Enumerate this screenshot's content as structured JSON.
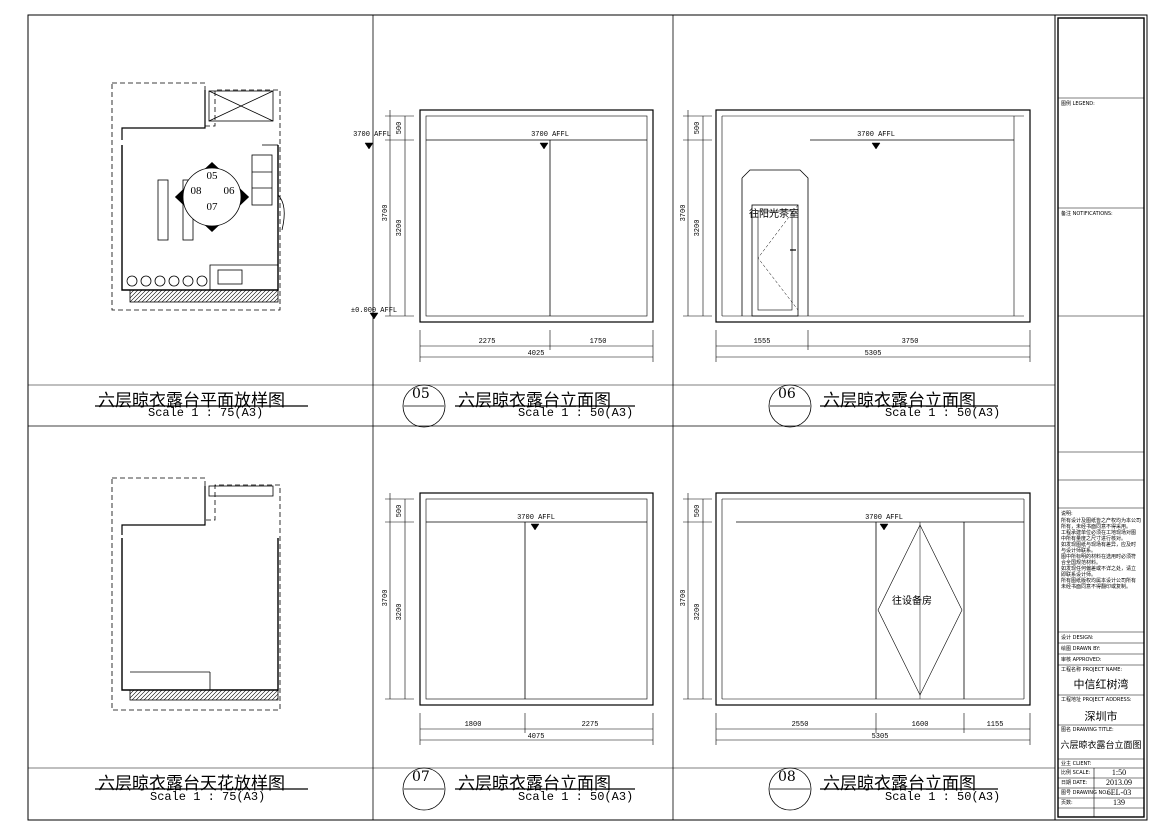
{
  "panels": {
    "p1": {
      "title": "六层晾衣露台平面放样图",
      "scale": "Scale 1 : 75(A3)",
      "markers": [
        "05",
        "06",
        "07",
        "08"
      ]
    },
    "p2": {
      "num": "05",
      "title": "六层晾衣露台立面图",
      "scale": "Scale 1 : 50(A3)",
      "level_top": "3700 AFFL",
      "level_inner": "3700 AFFL",
      "level_bottom": "±0.000 AFFL",
      "dim_v_top": "500",
      "dim_v_total": "3700",
      "dim_v_mid": "3200",
      "dim_h": [
        "2275",
        "1750"
      ],
      "dim_h_total": "4025"
    },
    "p3": {
      "num": "06",
      "title": "六层晾衣露台立面图",
      "scale": "Scale 1 : 50(A3)",
      "level_inner": "3700 AFFL",
      "door_label": "往阳光茶室",
      "dim_v_top": "500",
      "dim_v_total": "3700",
      "dim_v_mid": "3200",
      "dim_h": [
        "1555",
        "3750"
      ],
      "dim_h_total": "5305"
    },
    "p4": {
      "title": "六层晾衣露台天花放样图",
      "scale": "Scale 1 : 75(A3)"
    },
    "p5": {
      "num": "07",
      "title": "六层晾衣露台立面图",
      "scale": "Scale 1 : 50(A3)",
      "level_inner": "3700 AFFL",
      "dim_v_top": "500",
      "dim_v_total": "3700",
      "dim_v_mid": "3200",
      "dim_h": [
        "1800",
        "2275"
      ],
      "dim_h_total": "4075"
    },
    "p6": {
      "num": "08",
      "title": "六层晾衣露台立面图",
      "scale": "Scale 1 : 50(A3)",
      "level_inner": "3700 AFFL",
      "door_label": "往设备房",
      "dim_v_top": "500",
      "dim_v_total": "3700",
      "dim_v_mid": "3200",
      "dim_h": [
        "2550",
        "1600",
        "1155"
      ],
      "dim_h_total": "5305"
    }
  },
  "title_block": {
    "legend_label": "图例 LEGEND:",
    "notes_label": "备注 NOTIFICATIONS:",
    "explain_label": "说明:",
    "explain_lines": [
      "所有设计及图纸皆之产权均为本公司",
      "所有，未经书面同意不得采用。",
      "工程承建单位必须在工地现场对图",
      "中所有量度之尺寸进行核对。",
      "如发现图纸与现场有差异，应及时",
      "与设计师联系。",
      "图中所标明的材料在选用时必须符",
      "合全国规范材料。",
      "如发现任何偏差或不详之处，请立",
      "即联系设计师。",
      "所有图纸版权均属本设计公司所有",
      "未经书面同意不得翻印或复制。"
    ],
    "design_label": "设计 DESIGN:",
    "drawn_label": "绘图 DRAWN BY:",
    "approved_label": "审核 APPROVED:",
    "project_label": "工程名称 PROJECT NAME:",
    "project_name": "中信红树湾",
    "address_label": "工程地址 PROJECT ADDRESS:",
    "address": "深圳市",
    "drawing_title_label": "图名 DRAWING TITLE:",
    "drawing_title": "六层晾衣露台立面图",
    "client_label": "业主 CLIENT:",
    "scale_label": "比例 SCALE:",
    "scale_value": "1:50",
    "date_label": "日期 DATE:",
    "date_value": "2013.09",
    "drawing_no_label": "图号 DRAWING NO.:",
    "drawing_no": "6EL-03",
    "page_label": "页数:",
    "page_no": "139"
  }
}
